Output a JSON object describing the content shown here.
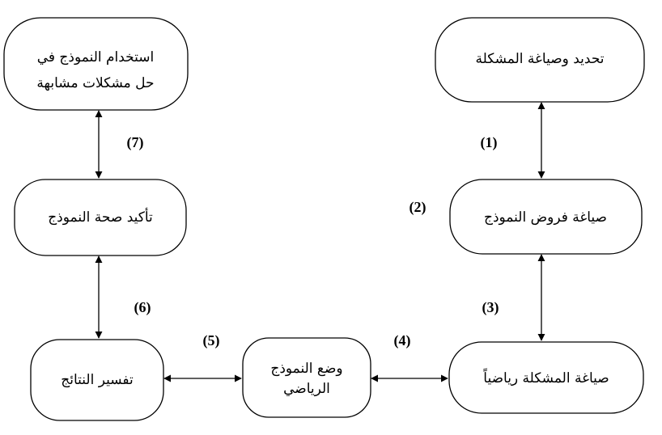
{
  "nodes": {
    "define_problem": "تحديد وصياغة المشكلة",
    "model_assumptions": "صياغة فروض النموذج",
    "math_formulation": "صياغة المشكلة رياضياً",
    "build_model": [
      "وضع النموذج",
      "الرياضي"
    ],
    "interpret_results": "تفسير النتائج",
    "validate_model": "تأكيد صحة النموذج",
    "apply_model": [
      "استخدام النموذج في",
      "حل مشكلات مشابهة"
    ]
  },
  "steps": {
    "s1": "(1)",
    "s2": "(2)",
    "s3": "(3)",
    "s4": "(4)",
    "s5": "(5)",
    "s6": "(6)",
    "s7": "(7)"
  }
}
